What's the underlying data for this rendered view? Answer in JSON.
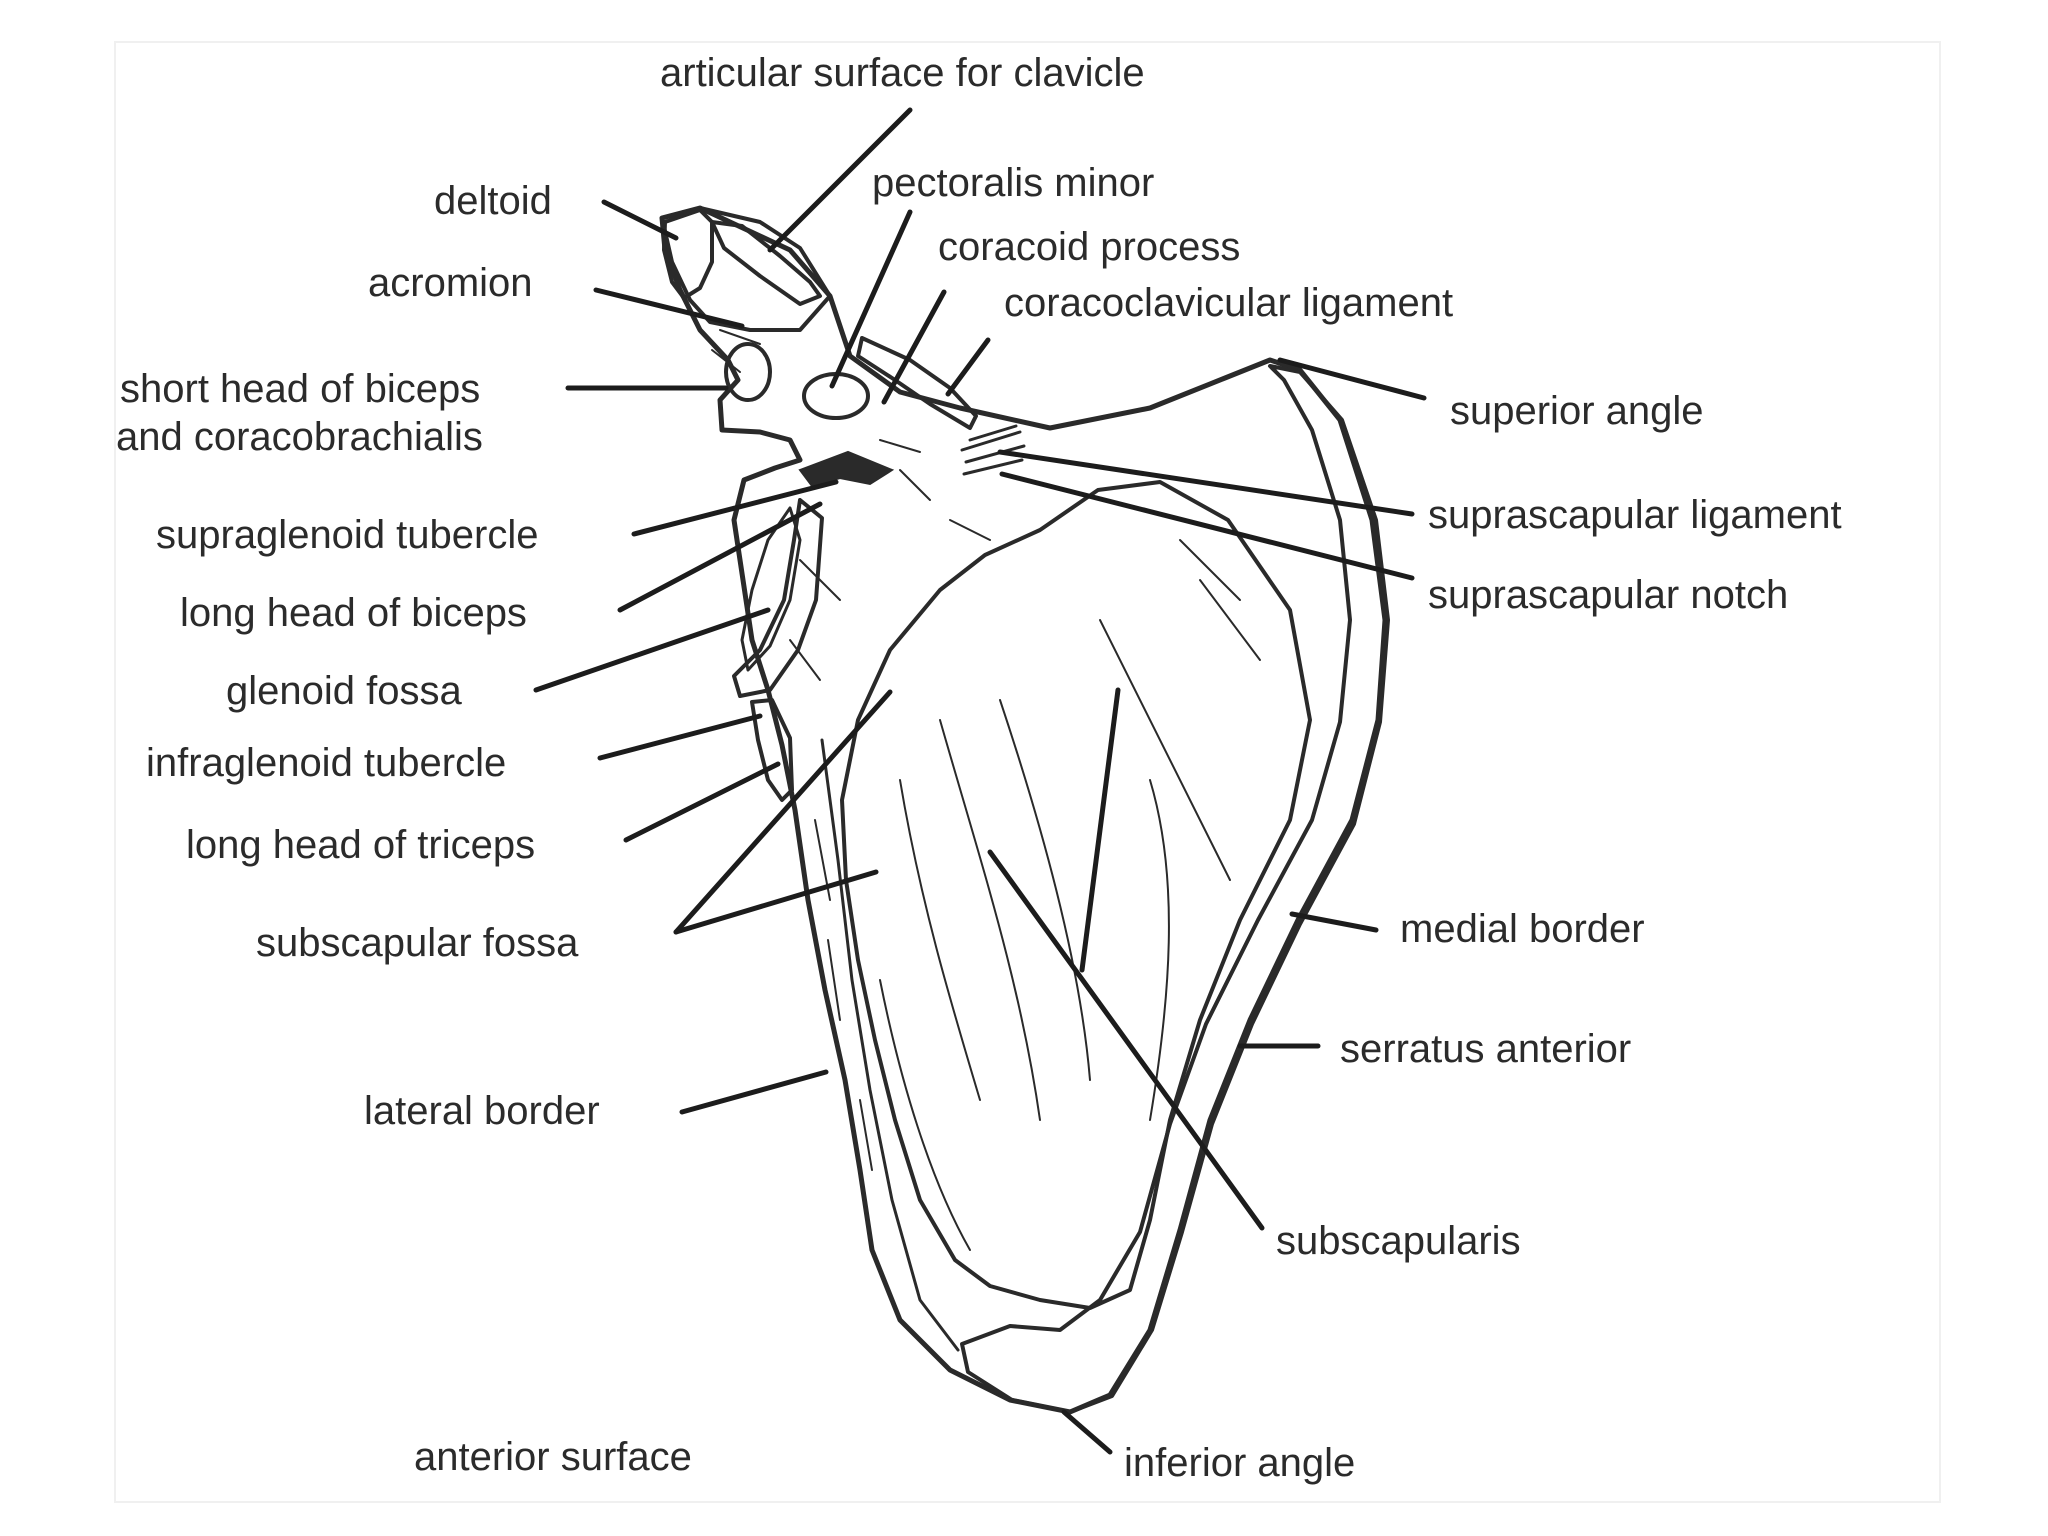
{
  "labels": {
    "articular_surface": "articular surface for clavicle",
    "pectoralis_minor": "pectoralis minor",
    "coracoid_process": "coracoid process",
    "coracoclavicular_ligament": "coracoclavicular ligament",
    "deltoid": "deltoid",
    "acromion": "acromion",
    "short_head_line1": "short head of biceps",
    "short_head_line2": "and coracobrachialis",
    "supraglenoid_tubercle": "supraglenoid tubercle",
    "long_head_biceps": "long head of biceps",
    "glenoid_fossa": "glenoid fossa",
    "infraglenoid_tubercle": "infraglenoid tubercle",
    "long_head_triceps": "long head of triceps",
    "subscapular_fossa": "subscapular fossa",
    "lateral_border": "lateral border",
    "anterior_surface": "anterior surface",
    "superior_angle": "superior angle",
    "suprascapular_ligament": "suprascapular ligament",
    "suprascapular_notch": "suprascapular notch",
    "medial_border": "medial border",
    "serratus_anterior": "serratus anterior",
    "subscapularis": "subscapularis",
    "inferior_angle": "inferior angle"
  },
  "colors": {
    "bone": "#ece2cd",
    "muscle_pink": "#f4a8c3",
    "serratus_blue": "#5fb7d0",
    "ligament_green": "#9cc76a",
    "outline": "#2a2a2a",
    "text": "#2b2b2b"
  }
}
